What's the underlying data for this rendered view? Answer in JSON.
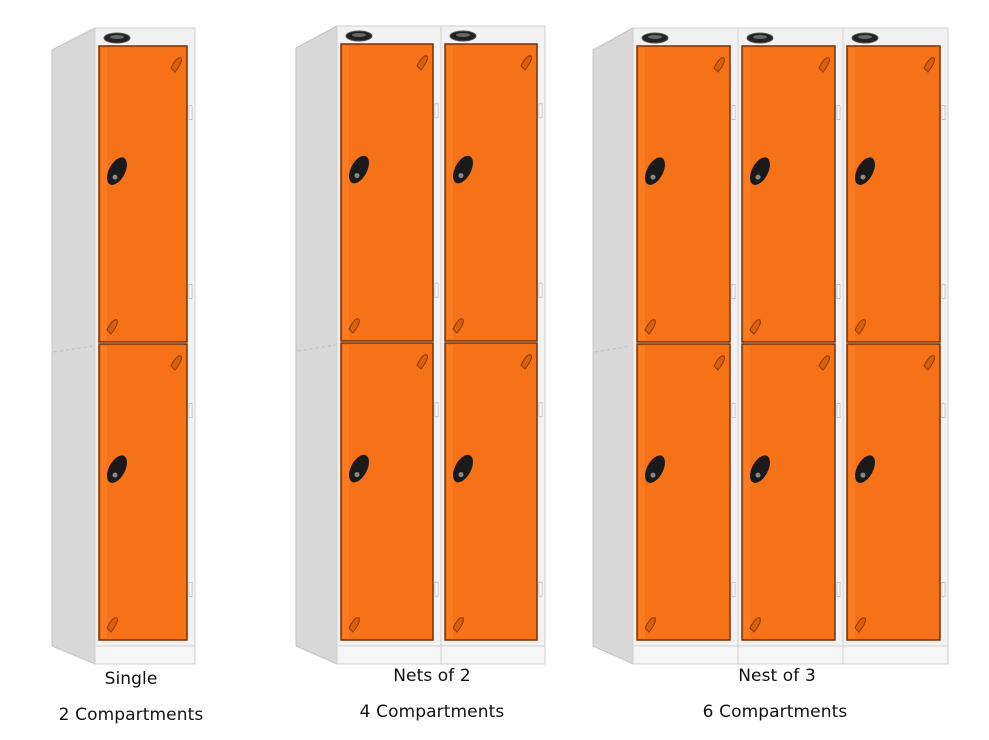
{
  "colors": {
    "door": "#f57216",
    "door_edge": "#7a3000",
    "cabinet": "#f2f2f2",
    "cabinet_side": "#d8d8d8",
    "lock": "#1a1a1a"
  },
  "groups": [
    {
      "id": "single",
      "name": "Single",
      "compartments_label": "2 Compartments",
      "columns": 1,
      "doors_per_column": 2,
      "icon": "locker-icon"
    },
    {
      "id": "nest-2",
      "name": "Nets of 2",
      "compartments_label": "4 Compartments",
      "columns": 2,
      "doors_per_column": 2,
      "icon": "locker-icon"
    },
    {
      "id": "nest-3",
      "name": "Nest of 3",
      "compartments_label": "6 Compartments",
      "columns": 3,
      "doors_per_column": 2,
      "icon": "locker-icon"
    }
  ]
}
